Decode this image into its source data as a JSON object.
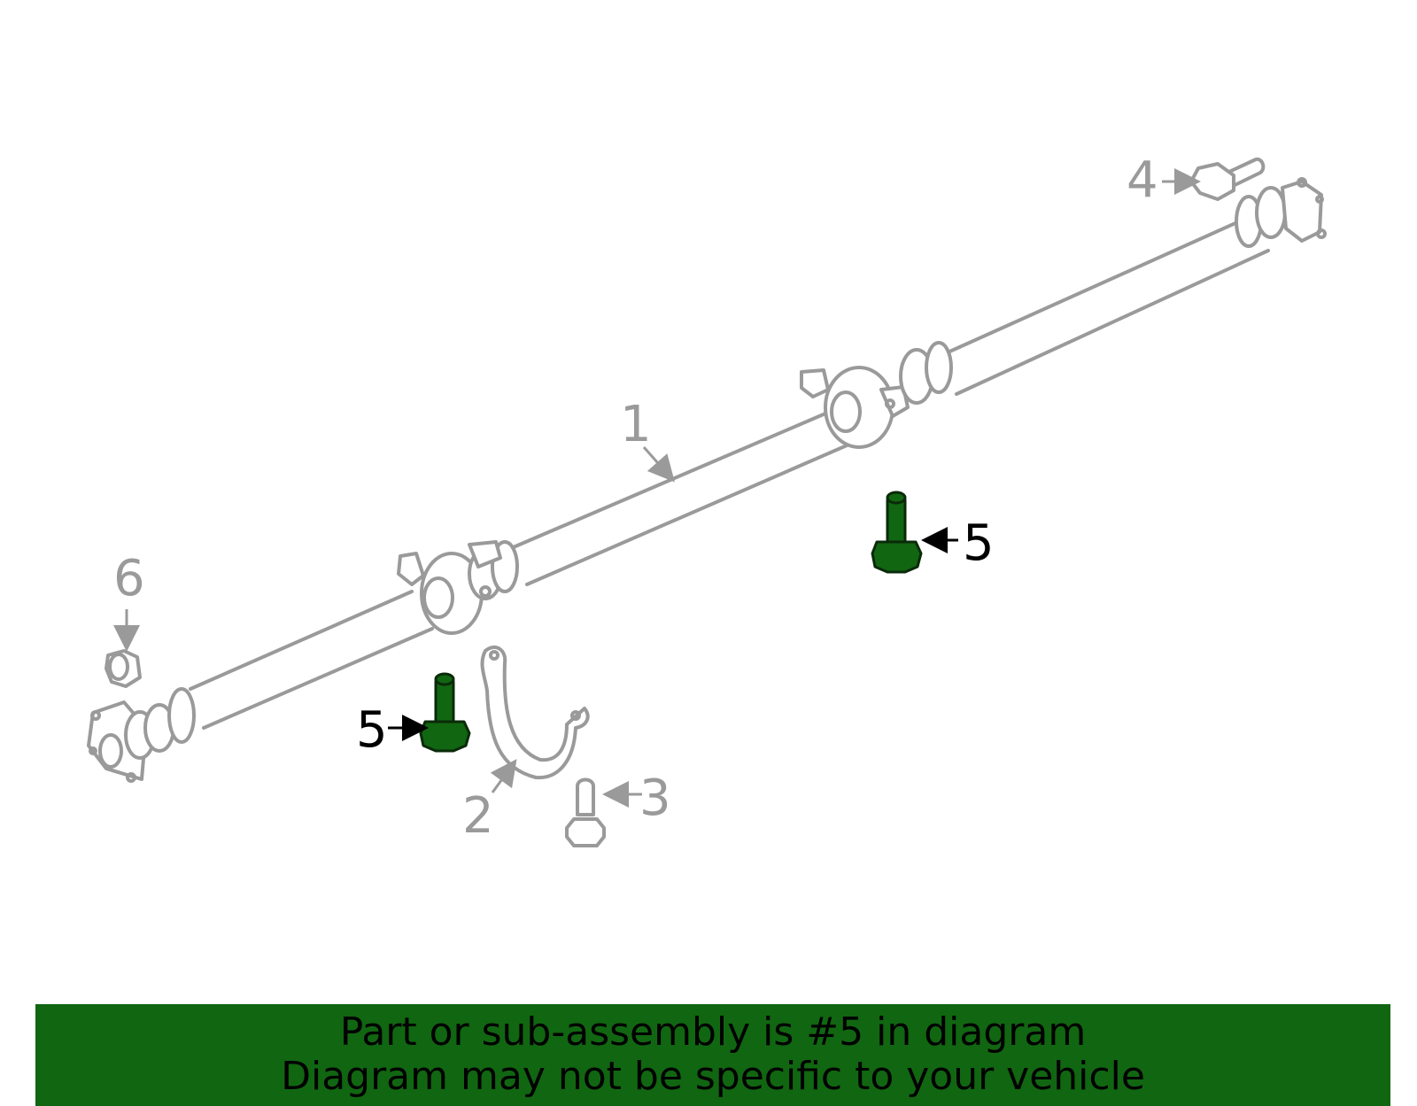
{
  "callouts": {
    "c1": "1",
    "c2": "2",
    "c3": "3",
    "c4": "4",
    "c5a": "5",
    "c5b": "5",
    "c6": "6"
  },
  "banner": {
    "line1": "Part or sub-assembly is #5 in diagram",
    "line2": "Diagram may not be specific to your vehicle"
  },
  "colors": {
    "highlight": "#116611",
    "outline": "#9a9a9a",
    "banner_bg": "#116611"
  },
  "highlighted_part": "5"
}
